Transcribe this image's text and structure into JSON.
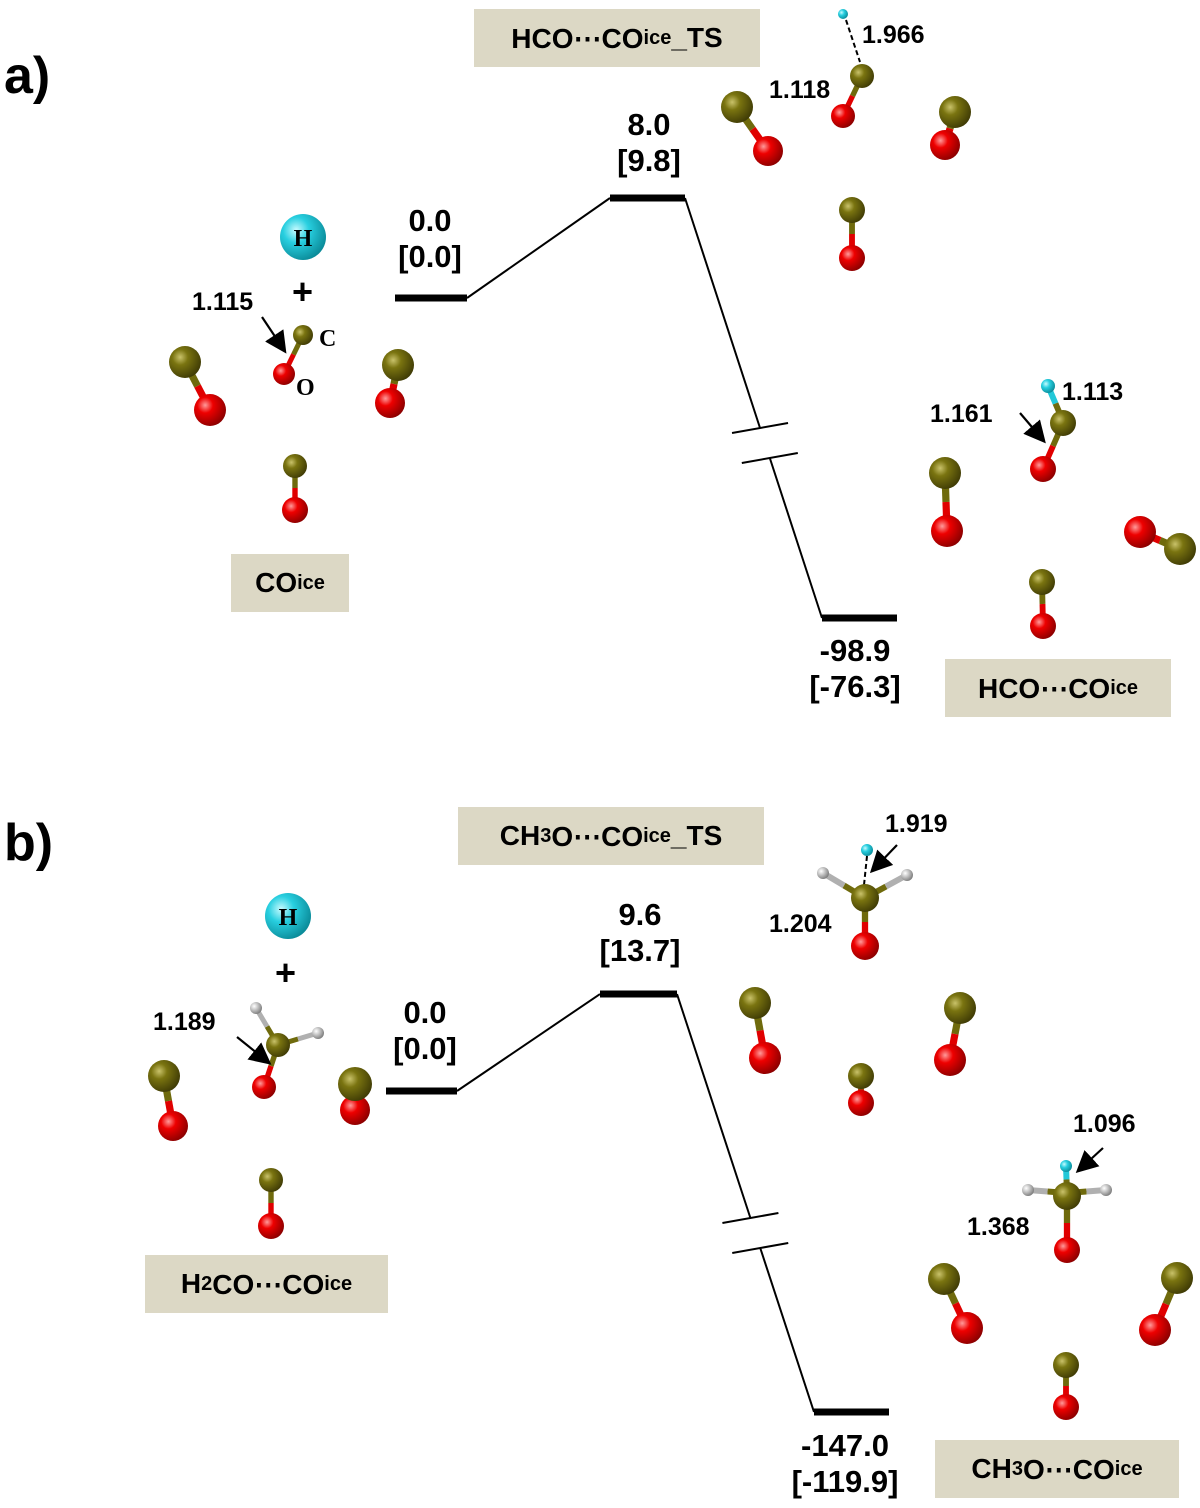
{
  "colors": {
    "carbon": "#6f6a0c",
    "oxygen": "#e00000",
    "hydrogen_reactive": "#22c8d8",
    "hydrogen_bound": "#b8b8b8",
    "label_box": "#dcd8c5",
    "line": "#000000"
  },
  "panels": [
    {
      "label": "a)",
      "reactant": {
        "label_main": "CO",
        "label_sub": "ice",
        "label_suffix": ""
      },
      "ts": {
        "label_pre": "HCO⋯CO",
        "label_sub": "ice",
        "label_suffix": "_TS"
      },
      "product": {
        "label_pre": "HCO⋯CO",
        "label_sub": "ice"
      },
      "incoming_atom": "H",
      "plus": "+",
      "atom_labels": {
        "carbon": "C",
        "oxygen": "O"
      },
      "distances": {
        "reactant_CO": "1.115",
        "ts_CO": "1.118",
        "ts_CH": "1.966",
        "product_CO": "1.161",
        "product_CH": "1.113"
      }
    },
    {
      "label": "b)",
      "reactant": {
        "label_pre": "H",
        "label_pre_sub": "2",
        "label_main": "CO⋯CO",
        "label_sub": "ice"
      },
      "ts": {
        "label_pre": "CH",
        "label_pre_sub": "3",
        "label_main": "O⋯CO",
        "label_sub": "ice",
        "label_suffix": "_TS"
      },
      "product": {
        "label_pre": "CH",
        "label_pre_sub": "3",
        "label_main": "O⋯CO",
        "label_sub": "ice"
      },
      "incoming_atom": "H",
      "plus": "+",
      "distances": {
        "reactant_CO": "1.189",
        "ts_CO": "1.204",
        "ts_CH": "1.919",
        "product_CO": "1.368",
        "product_CH": "1.096"
      }
    }
  ],
  "chart_data": [
    {
      "type": "line",
      "title": "a) H + CO_ice → HCO⋯CO_ice",
      "categories": [
        "CO_ice + H",
        "HCO⋯CO_ice_TS",
        "HCO⋯CO_ice"
      ],
      "series": [
        {
          "name": "energy",
          "values": [
            0.0,
            8.0,
            -98.9
          ],
          "labels": [
            "0.0",
            "8.0",
            "-98.9"
          ]
        },
        {
          "name": "energy_bracketed",
          "values": [
            0.0,
            9.8,
            -76.3
          ],
          "labels": [
            "[0.0]",
            "[9.8]",
            "[-76.3]"
          ]
        }
      ],
      "axis_break": "between TS and product",
      "xlabel": "",
      "ylabel": "",
      "grid": false
    },
    {
      "type": "line",
      "title": "b) H + H2CO⋯CO_ice → CH3O⋯CO_ice",
      "categories": [
        "H2CO⋯CO_ice + H",
        "CH3O⋯CO_ice_TS",
        "CH3O⋯CO_ice"
      ],
      "series": [
        {
          "name": "energy",
          "values": [
            0.0,
            9.6,
            -147.0
          ],
          "labels": [
            "0.0",
            "9.6",
            "-147.0"
          ]
        },
        {
          "name": "energy_bracketed",
          "values": [
            0.0,
            13.7,
            -119.9
          ],
          "labels": [
            "[0.0]",
            "[13.7]",
            "[-119.9]"
          ]
        }
      ],
      "axis_break": "between TS and product",
      "xlabel": "",
      "ylabel": "",
      "grid": false
    }
  ]
}
